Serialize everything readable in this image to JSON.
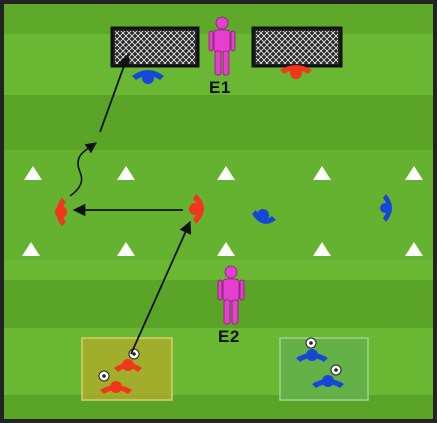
{
  "diagram": {
    "type": "soccer-drill-field",
    "colors": {
      "pitch_light": "#6ab733",
      "pitch_dark": "#58a426",
      "frame": "#232323",
      "team_red": "#f2361c",
      "team_blue": "#1547d8",
      "coach": "#e43fcf",
      "cone": "#ffffff",
      "arrow": "#111111",
      "zone_red": "#b3ab2a",
      "zone_blue": "#64b04a"
    },
    "labels": {
      "coach_top": "E1",
      "coach_bottom": "E2"
    },
    "elements": {
      "goals": [
        "left-goal",
        "right-goal"
      ],
      "cone_rows": 2,
      "cones_per_row": 5,
      "red_players_in_grid": 2,
      "blue_players_in_grid": 2,
      "goalkeepers": [
        "blue",
        "red"
      ],
      "waiting_zones": [
        "red",
        "blue"
      ],
      "balls_per_zone": 2
    }
  }
}
